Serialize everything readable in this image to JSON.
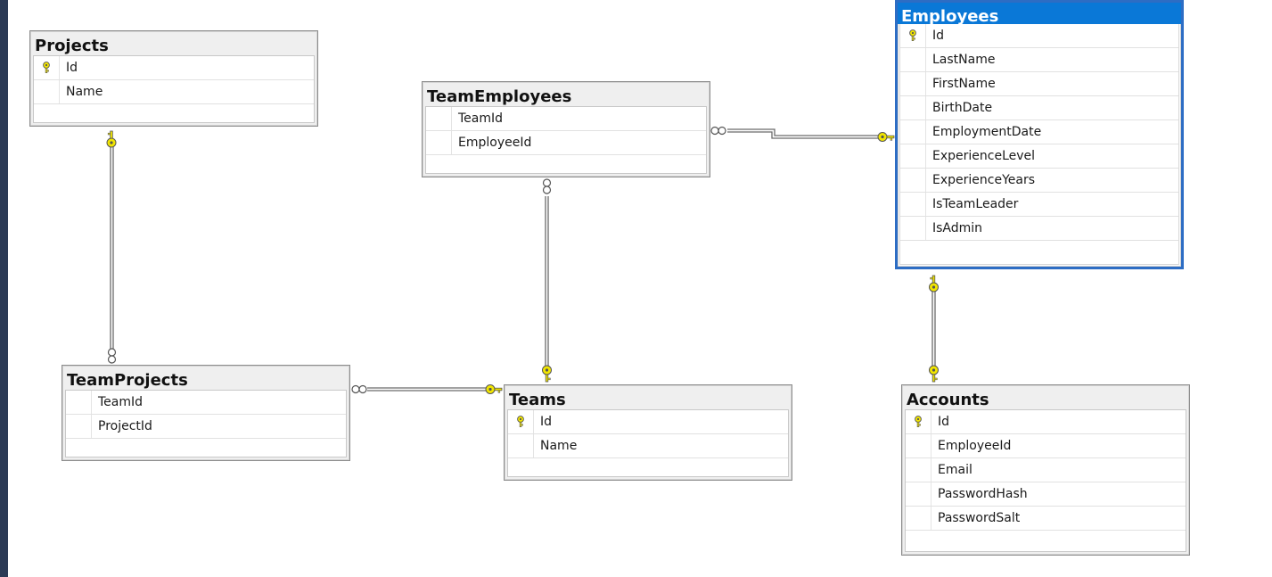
{
  "diagram": {
    "tables": {
      "projects": {
        "title": "Projects",
        "columns": [
          {
            "name": "Id",
            "pk": true
          },
          {
            "name": "Name",
            "pk": false
          }
        ]
      },
      "team_employees": {
        "title": "TeamEmployees",
        "columns": [
          {
            "name": "TeamId",
            "pk": false
          },
          {
            "name": "EmployeeId",
            "pk": false
          }
        ]
      },
      "employees": {
        "title": "Employees",
        "columns": [
          {
            "name": "Id",
            "pk": true
          },
          {
            "name": "LastName",
            "pk": false
          },
          {
            "name": "FirstName",
            "pk": false
          },
          {
            "name": "BirthDate",
            "pk": false
          },
          {
            "name": "EmploymentDate",
            "pk": false
          },
          {
            "name": "ExperienceLevel",
            "pk": false
          },
          {
            "name": "ExperienceYears",
            "pk": false
          },
          {
            "name": "IsTeamLeader",
            "pk": false
          },
          {
            "name": "IsAdmin",
            "pk": false
          }
        ]
      },
      "team_projects": {
        "title": "TeamProjects",
        "columns": [
          {
            "name": "TeamId",
            "pk": false
          },
          {
            "name": "ProjectId",
            "pk": false
          }
        ]
      },
      "teams": {
        "title": "Teams",
        "columns": [
          {
            "name": "Id",
            "pk": true
          },
          {
            "name": "Name",
            "pk": false
          }
        ]
      },
      "accounts": {
        "title": "Accounts",
        "columns": [
          {
            "name": "Id",
            "pk": true
          },
          {
            "name": "EmployeeId",
            "pk": false
          },
          {
            "name": "Email",
            "pk": false
          },
          {
            "name": "PasswordHash",
            "pk": false
          },
          {
            "name": "PasswordSalt",
            "pk": false
          }
        ]
      }
    },
    "selected_table": "Employees",
    "relationships": [
      {
        "from": "TeamProjects",
        "to": "Projects",
        "type": "many-to-one"
      },
      {
        "from": "TeamProjects",
        "to": "Teams",
        "type": "many-to-one"
      },
      {
        "from": "TeamEmployees",
        "to": "Teams",
        "type": "many-to-one"
      },
      {
        "from": "TeamEmployees",
        "to": "Employees",
        "type": "many-to-one"
      },
      {
        "from": "Accounts",
        "to": "Employees",
        "type": "one-to-one"
      }
    ],
    "icons": {
      "primary_key": "key-icon",
      "one_end": "key-icon",
      "many_end": "infinity-icon"
    },
    "colors": {
      "selection": "#0a78d7",
      "key": "#f2e600",
      "line": "#6b6b6b"
    }
  }
}
